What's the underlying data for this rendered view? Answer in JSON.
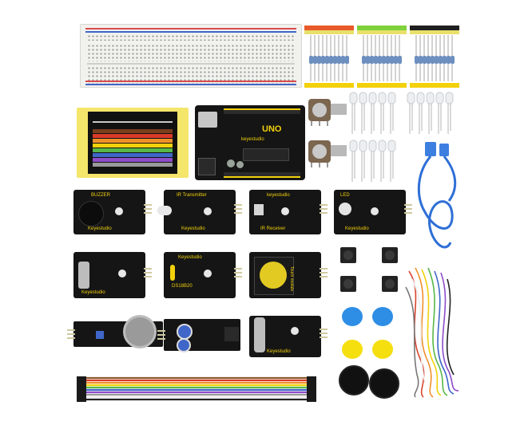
{
  "board": {
    "label": "UNO",
    "brand": "keyestudio"
  },
  "modules": {
    "buzzer": {
      "label": "BUZZER",
      "brand": "Keyestudio"
    },
    "ir_transmitter": {
      "label": "IR Transmitter",
      "brand": "Keyestudio"
    },
    "ir_receiver": {
      "label": "IR Receiver",
      "brand": "keyestudio"
    },
    "led": {
      "label": "LED",
      "brand": "Keyestudio"
    },
    "tilt": {
      "label": "",
      "brand": "Keyestudio"
    },
    "ds18b20": {
      "label": "DS18B20",
      "brand": "Keyestudio"
    },
    "touch": {
      "label": "Touch module",
      "brand": ""
    },
    "gas": {
      "label": "",
      "brand": ""
    },
    "obstacle": {
      "label": "",
      "brand": ""
    },
    "flame": {
      "label": "",
      "brand": "Keyestudio"
    }
  },
  "colors": {
    "background": "#ffffff",
    "pcb": "#151515",
    "accent_yellow": "#f2d10b",
    "cable_blue": "#2f6fd6",
    "button_cap_blue": "#2e8ee6",
    "button_cap_yellow": "#f5df0f",
    "resistor_tape_red": "#e85a2a",
    "resistor_tape_green": "#7fd13a",
    "resistor_tape_black": "#1f1f1f"
  },
  "icons": [
    "breadboard",
    "resistor-pack",
    "resistor-color-card",
    "arduino-uno-board",
    "potentiometer",
    "led-cluster",
    "usb-cable",
    "tactile-button",
    "button-cap",
    "buzzer",
    "jumper-wires",
    "ribbon-cable"
  ]
}
